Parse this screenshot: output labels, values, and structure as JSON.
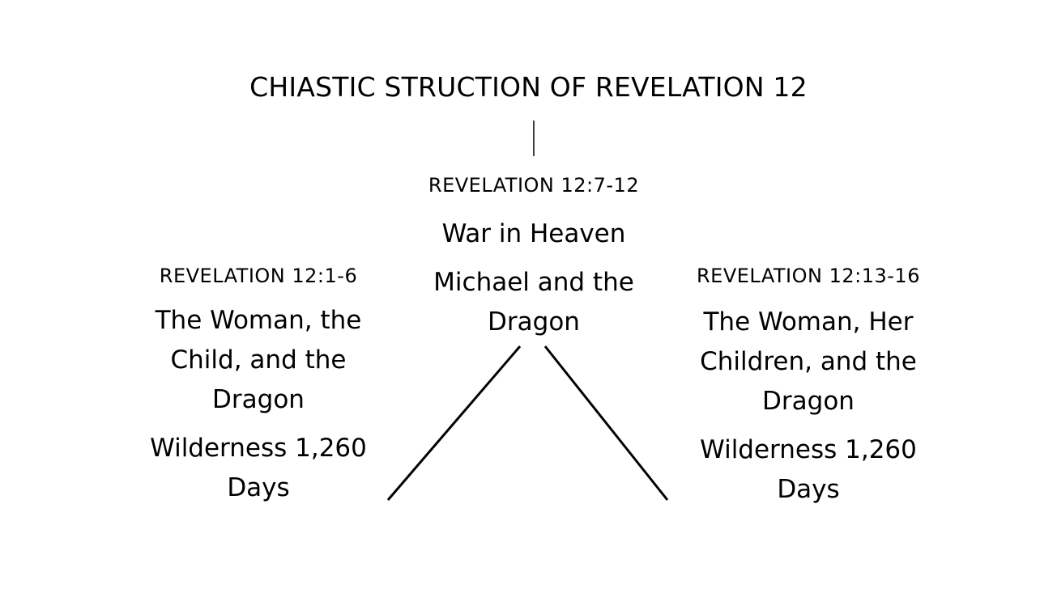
{
  "title": "CHIASTIC STRUCTION OF REVELATION 12",
  "center": {
    "reference": "REVELATION 12:7-12",
    "heading": "War in Heaven",
    "subheading": "Michael and the Dragon"
  },
  "left": {
    "reference": "REVELATION 12:1-6",
    "heading": "The Woman, the Child, and the Dragon",
    "detail": "Wilderness 1,260 Days"
  },
  "right": {
    "reference": "REVELATION 12:13-16",
    "heading": "The Woman, Her Children, and the Dragon",
    "detail": "Wilderness 1,260 Days"
  }
}
